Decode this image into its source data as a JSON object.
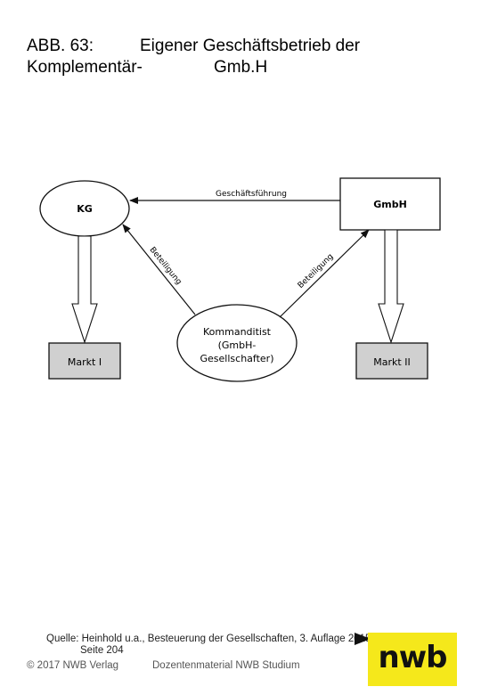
{
  "title": {
    "line1_left": "ABB. 63:",
    "line1_right": "Eigener Geschäftsbetrieb der",
    "line2_left": "Komplementär-",
    "line2_right": "Gmb.H"
  },
  "diagram": {
    "kg": "KG",
    "gmbh": "GmbH",
    "kommanditist": [
      "Kommanditist",
      "(GmbH-",
      "Gesellschafter)"
    ],
    "markt1": "Markt I",
    "markt2": "Markt II",
    "edge_fuehrung": "Geschäftsführung",
    "edge_beteiligung_left": "Beteiligung",
    "edge_beteiligung_right": "Beteiligung"
  },
  "footer": {
    "source": "Quelle: Heinhold u.a., Besteuerung der Gesellschaften, 3. Auflage 2015",
    "page": "Seite 204",
    "copyright": "© 2017 NWB Verlag",
    "material": "Dozentenmaterial NWB Studium"
  },
  "logo": {
    "text": "nwb",
    "color": "#f5e81b"
  }
}
